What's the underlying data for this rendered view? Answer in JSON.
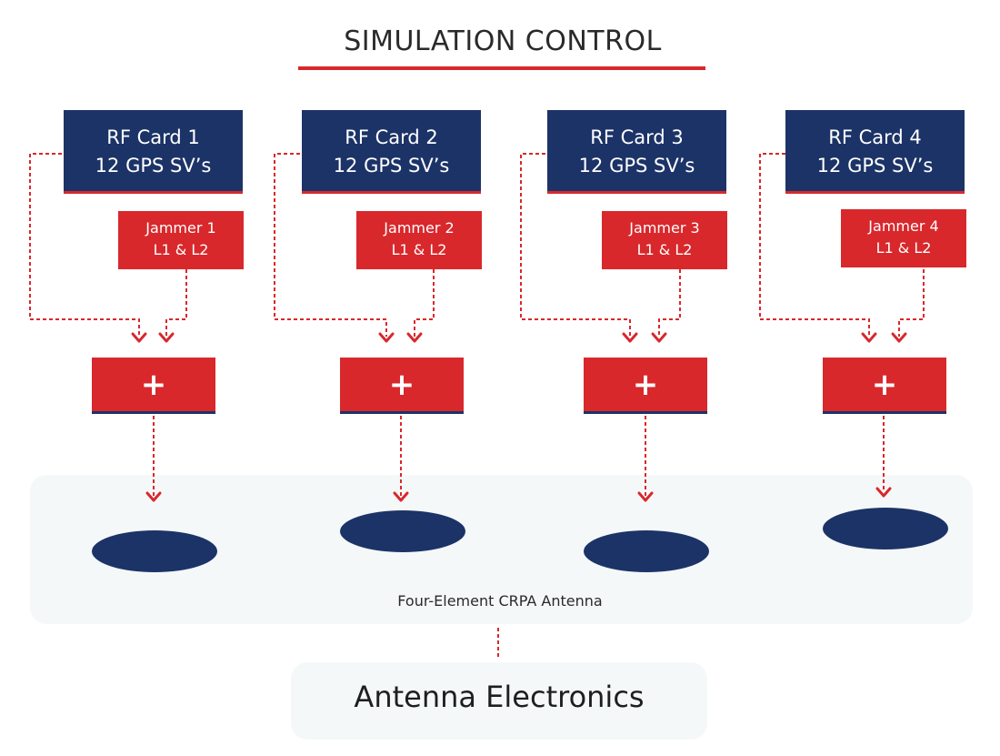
{
  "title": "SIMULATION CONTROL",
  "channels": [
    {
      "rf_line1": "RF Card 1",
      "rf_line2": "12 GPS SV’s",
      "jammer_line1": "Jammer 1",
      "jammer_line2": "L1 & L2",
      "combiner": "+"
    },
    {
      "rf_line1": "RF Card 2",
      "rf_line2": "12 GPS SV’s",
      "jammer_line1": "Jammer 2",
      "jammer_line2": "L1 & L2",
      "combiner": "+"
    },
    {
      "rf_line1": "RF Card 3",
      "rf_line2": "12 GPS SV’s",
      "jammer_line1": "Jammer 3",
      "jammer_line2": "L1 & L2",
      "combiner": "+"
    },
    {
      "rf_line1": "RF Card 4",
      "rf_line2": "12 GPS SV’s",
      "jammer_line1": "Jammer 4",
      "jammer_line2": "L1 & L2",
      "combiner": "+"
    }
  ],
  "antenna_label": "Four-Element CRPA Antenna",
  "electronics_label": "Antenna Electronics",
  "colors": {
    "navy": "#1c3367",
    "red": "#d8282c",
    "panel": "#f5f8f9"
  }
}
